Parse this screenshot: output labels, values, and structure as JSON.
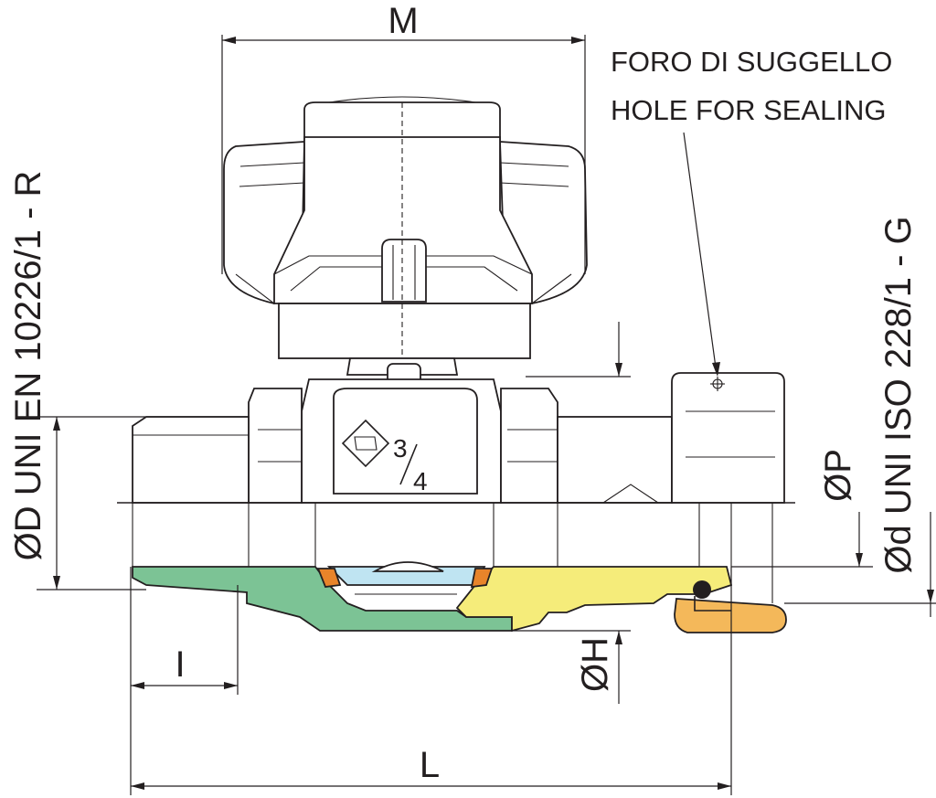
{
  "dimensions": {
    "M": "M",
    "L": "L",
    "I": "I",
    "P": "ØP",
    "H": "ØH"
  },
  "annotations": {
    "sealing_it": "FORO DI SUGGELLO",
    "sealing_en": "HOLE FOR SEALING",
    "left_thread": "ØD UNI EN 10226/1 - R",
    "right_thread": "Ød UNI ISO 228/1 - G"
  },
  "body_marking": {
    "numerator": "3",
    "denominator": "4"
  },
  "section_colors": {
    "left_body": "#7cc395",
    "right_body": "#f5ec7a",
    "nut": "#f4b85a",
    "seal": "#e8842a",
    "ball": "#bfe4f2",
    "line": "#231f20"
  }
}
